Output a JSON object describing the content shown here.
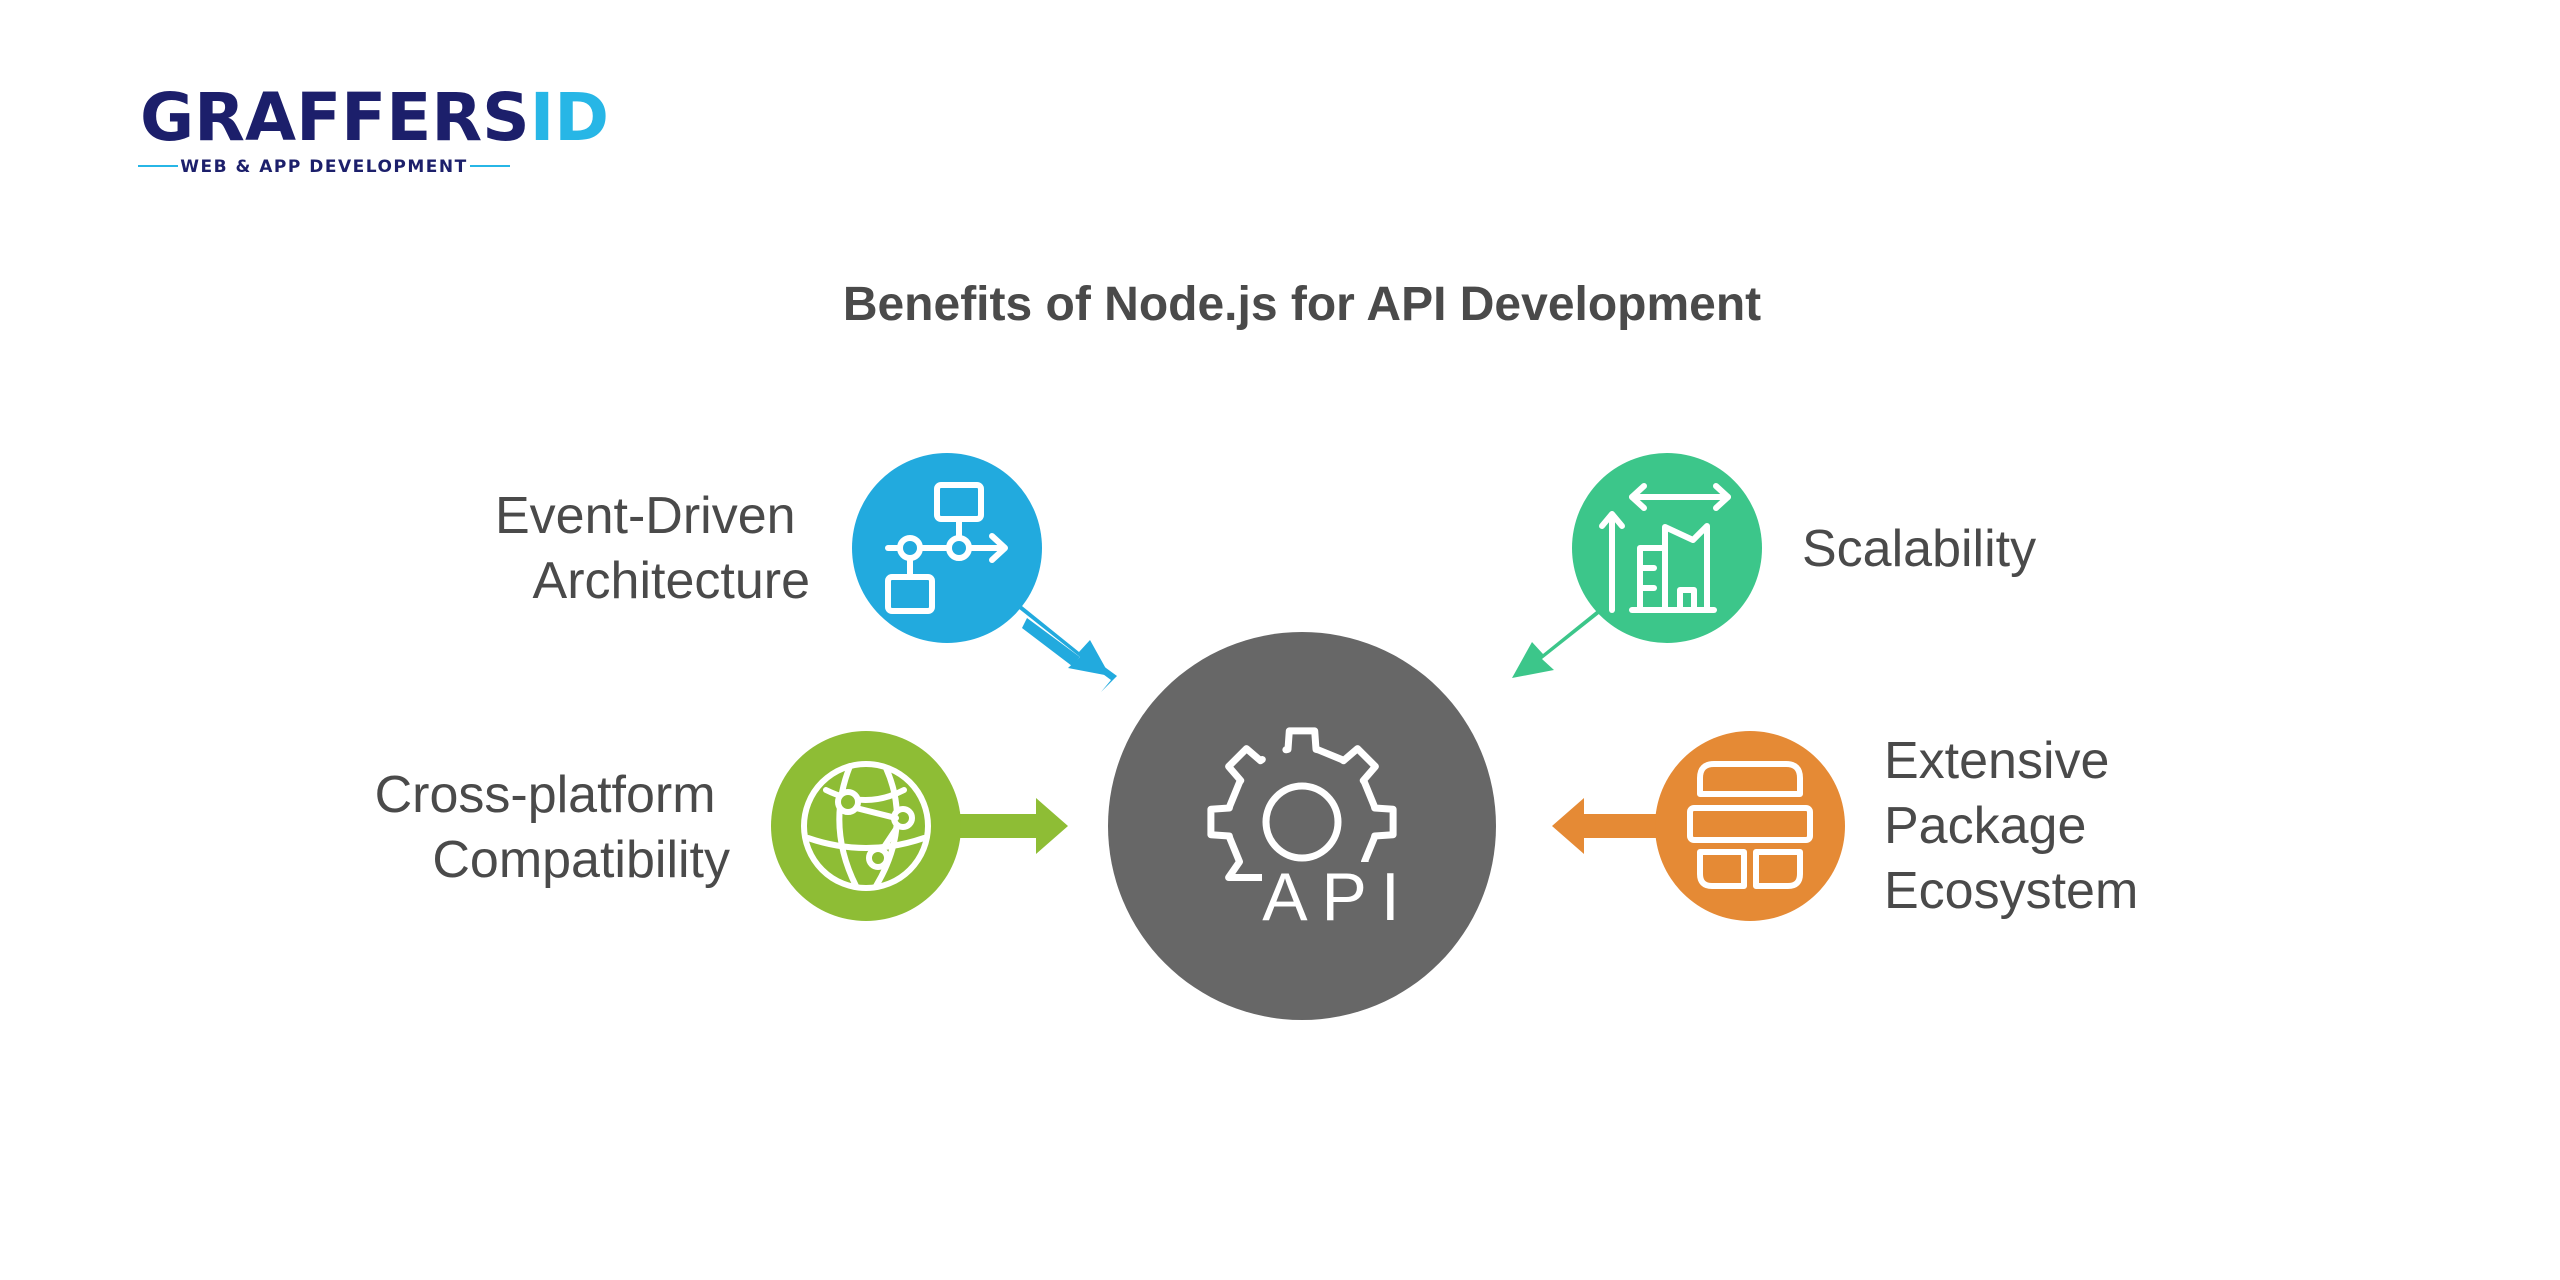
{
  "logo": {
    "name_dark": "GRAFFERS",
    "name_accent": "ID",
    "tagline": "WEB & APP DEVELOPMENT",
    "brand_color": "#1c1f6b",
    "accent_color": "#27b6e6"
  },
  "title": "Benefits of Node.js for API Development",
  "center": {
    "label": "API",
    "icon": "gear-icon",
    "color": "#676767"
  },
  "benefits": [
    {
      "id": "event-driven",
      "lines": [
        "Event-Driven",
        "Architecture"
      ],
      "icon": "flowchart-icon",
      "color": "#22aade"
    },
    {
      "id": "scalability",
      "lines": [
        "Scalability"
      ],
      "icon": "building-scale-icon",
      "color": "#3cc68a"
    },
    {
      "id": "cross-platform",
      "lines": [
        "Cross-platform",
        "Compatibility"
      ],
      "icon": "globe-network-icon",
      "color": "#8ebd35"
    },
    {
      "id": "package-ecosystem",
      "lines": [
        "Extensive",
        "Package",
        "Ecosystem"
      ],
      "icon": "layout-blocks-icon",
      "color": "#e58a35"
    }
  ],
  "text_colors": {
    "title": "#4a4a4a",
    "labels": "#4a4a4a"
  }
}
